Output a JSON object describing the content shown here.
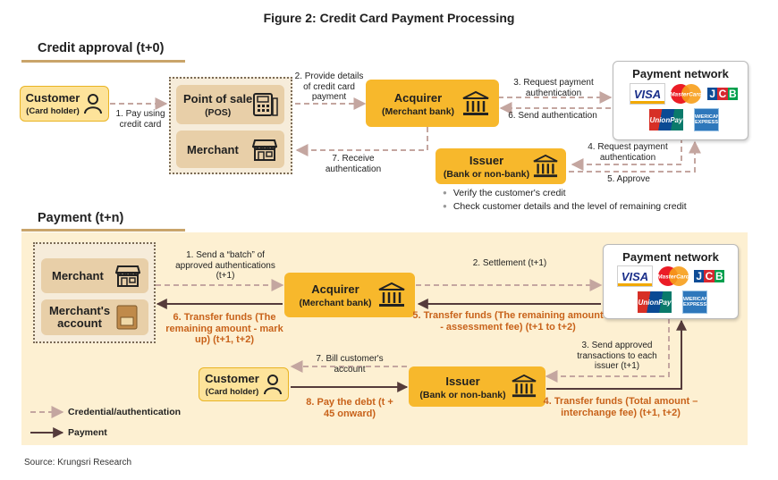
{
  "figure_title": "Figure 2: Credit Card Payment Processing",
  "source": "Source: Krungsri Research",
  "credit": {
    "heading": "Credit approval (t+0)",
    "customer": {
      "name": "Customer",
      "sub": "(Card holder)"
    },
    "pos": {
      "name": "Point of sale",
      "sub": "(POS)"
    },
    "merchant": {
      "name": "Merchant"
    },
    "acquirer": {
      "name": "Acquirer",
      "sub": "(Merchant bank)"
    },
    "issuer": {
      "name": "Issuer",
      "sub": "(Bank or non-bank)"
    },
    "network": {
      "name": "Payment network"
    },
    "steps": {
      "s1": "1. Pay using credit card",
      "s2": "2. Provide details of credit card payment",
      "s3": "3. Request payment authentication",
      "s4": "4. Request payment authentication",
      "s5": "5. Approve",
      "s6": "6. Send authentication",
      "s7": "7. Receive authentication"
    },
    "bullets": [
      "Verify the customer's credit",
      "Check customer details and the level of remaining credit"
    ]
  },
  "payment": {
    "heading": "Payment (t+n)",
    "merchant": {
      "name": "Merchant"
    },
    "merchant_account": {
      "name": "Merchant's account"
    },
    "acquirer": {
      "name": "Acquirer",
      "sub": "(Merchant bank)"
    },
    "issuer": {
      "name": "Issuer",
      "sub": "(Bank or non-bank)"
    },
    "customer": {
      "name": "Customer",
      "sub": "(Card holder)"
    },
    "network": {
      "name": "Payment network"
    },
    "steps": {
      "s1": "1. Send a “batch” of approved authentications (t+1)",
      "s2": "2. Settlement (t+1)",
      "s3": "3. Send approved transactions to each issuer (t+1)",
      "s4": "4. Transfer funds (Total amount – interchange fee) (t+1, t+2)",
      "s5": "5. Transfer funds (The remaining amount - assessment fee) (t+1 to t+2)",
      "s6": "6. Transfer funds (The remaining amount - mark up) (t+1, t+2)",
      "s7": "7. Bill customer's account",
      "s8": "8. Pay the debt (t + 45 onward)"
    }
  },
  "legend": {
    "credential": "Credential/authentication",
    "payment": "Payment"
  },
  "logos": {
    "visa": "VISA",
    "mastercard": "MasterCard",
    "jcb": [
      "J",
      "C",
      "B"
    ],
    "unionpay": "UnionPay",
    "amex": "AMERICAN EXPRESS"
  },
  "colors": {
    "dashed_arrow": "#c4a6a0",
    "payment_arrow": "#553b3b",
    "orange_text": "#c8621a",
    "gold_box": "#f7b82c",
    "tan_box": "#e8cfa8",
    "panel": "#fdf0d2"
  }
}
